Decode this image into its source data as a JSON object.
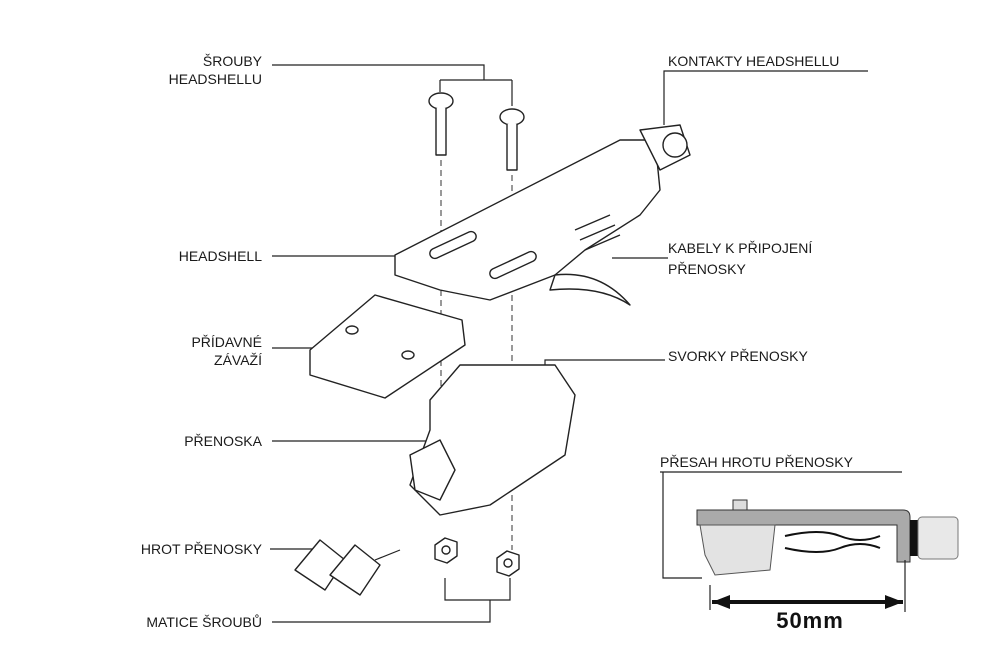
{
  "labels": {
    "screws": [
      "ŠROUBY",
      "HEADSHELLU"
    ],
    "contacts": "KONTAKTY HEADSHELLU",
    "headshell": "HEADSHELL",
    "weight": [
      "PŘÍDAVNÉ",
      "ZÁVAŽÍ"
    ],
    "cables": [
      "KABELY K PŘIPOJENÍ",
      "PŘENOSKY"
    ],
    "clips": "SVORKY PŘENOSKY",
    "cartridge": "PŘENOSKA",
    "stylus": "HROT PŘENOSKY",
    "nuts": "MATICE ŠROUBŮ",
    "overhang": "PŘESAH HROTU PŘENOSKY",
    "distance": "50mm"
  }
}
